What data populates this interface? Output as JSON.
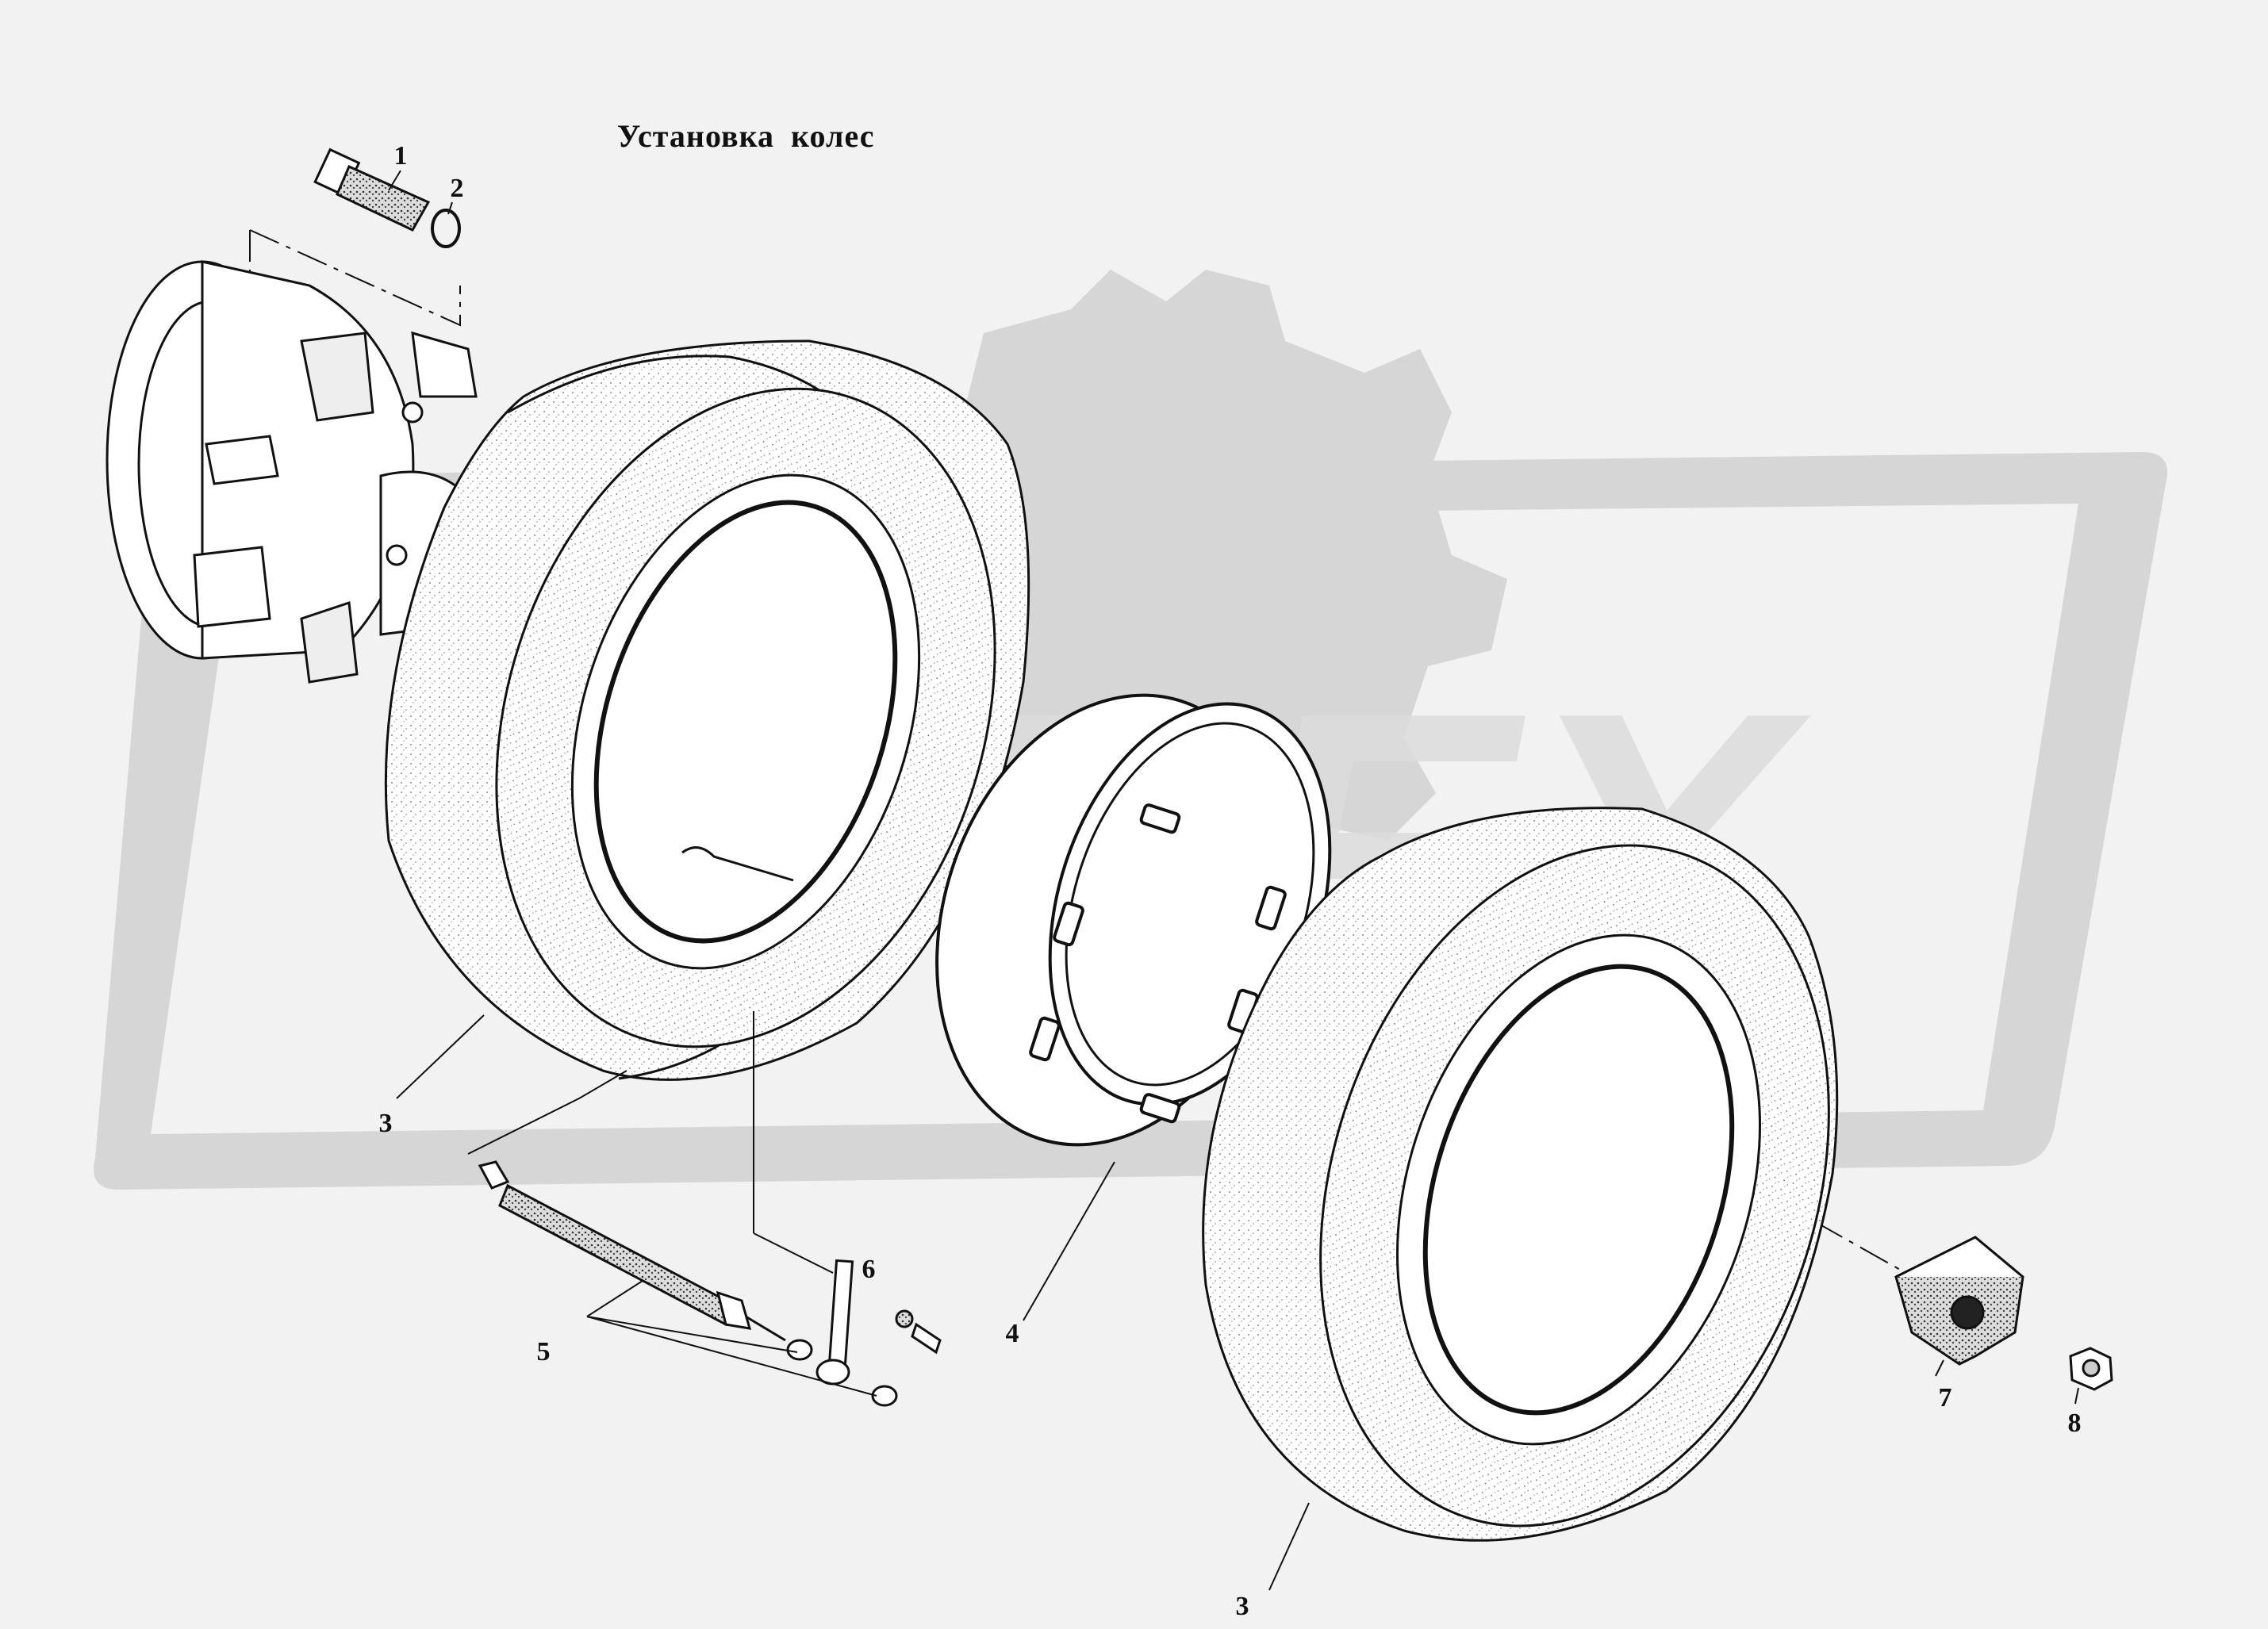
{
  "title": "Установка колес",
  "watermark": "OREX",
  "callouts": {
    "c1": "1",
    "c2": "2",
    "c3a": "3",
    "c3b": "3",
    "c4": "4",
    "c5": "5",
    "c6": "6",
    "c7": "7",
    "c8": "8"
  },
  "colors": {
    "background": "#f2f2f2",
    "watermark": "#d6d6d6",
    "line": "#111111",
    "tire": "#ffffff"
  }
}
